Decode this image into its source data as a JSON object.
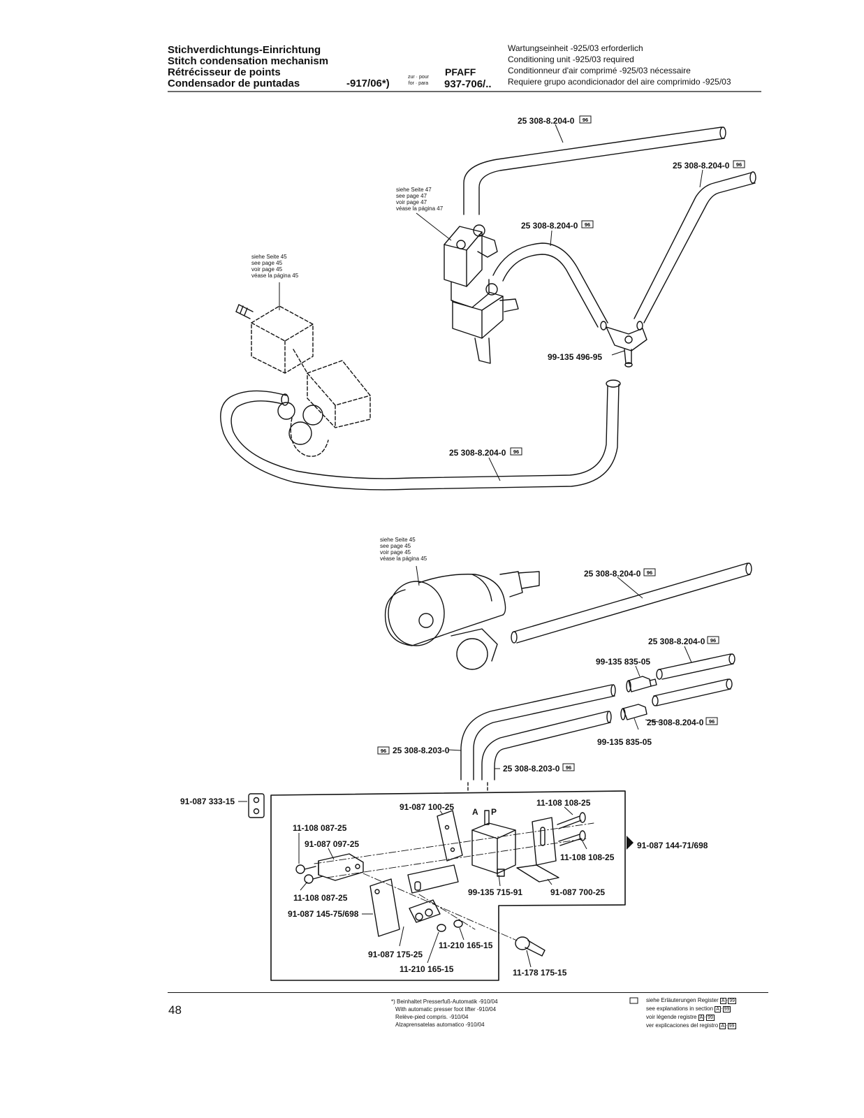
{
  "header": {
    "titles": [
      "Stichverdichtungs-Einrichtung",
      "Stitch condensation mechanism",
      "Rétrécisseur de points",
      "Condensador de puntadas"
    ],
    "variant": "-917/06*)",
    "zur_pour": "zur · pour",
    "for_para": "for · para",
    "brand": "PFAFF",
    "model": "937-706/..",
    "requirements": [
      "Wartungseinheit -925/03 erforderlich",
      "Conditioning unit -925/03 required",
      "Conditionneur d'air comprimé -925/03 nécessaire",
      "Requiere grupo acondicionador del aire comprimido -925/03"
    ]
  },
  "notes": {
    "page47": [
      "siehe Seite 47",
      "see page 47",
      "voir page 47",
      "véase la página 47"
    ],
    "page45_a": [
      "siehe Seite 45",
      "see page 45",
      "voir page 45",
      "véase la página 45"
    ],
    "page45_b": [
      "siehe Seite 45",
      "see page 45",
      "voir page 45",
      "véase la página 45"
    ]
  },
  "parts": {
    "hose_top_1": "25 308-8.204-0",
    "hose_top_2": "25 308-8.204-0",
    "hose_top_3": "25 308-8.204-0",
    "tee": "99-135 496-95",
    "hose_loop": "25 308-8.204-0",
    "hose_mid_1": "25 308-8.204-0",
    "hose_mid_2": "25 308-8.204-0",
    "conn_1": "99-135 835-05",
    "hose_mid_3": "25 308-8.204-0",
    "conn_2": "99-135 835-05",
    "hose_bent_1": "25 308-8.203-0",
    "hose_bent_2": "25 308-8.203-0",
    "plate_small": "91-087 333-15",
    "bracket_100": "91-087 100-25",
    "screw_108_1": "11-108 108-25",
    "screw_087_1": "11-108 087-25",
    "bracket_097": "91-087 097-25",
    "screw_108_2": "11-108 108-25",
    "assembly": "91-087 144-71/698",
    "screw_087_2": "11-108 087-25",
    "valve": "99-135 715-91",
    "bracket_700": "91-087 700-25",
    "plate_145": "91-087 145-75/698",
    "screw_210_1": "11-210 165-15",
    "plate_175": "91-087 175-25",
    "screw_210_2": "11-210 165-15",
    "screw_178": "11-178 175-15",
    "port_a": "A",
    "port_p": "P",
    "badge": "96"
  },
  "footer": {
    "page_number": "48",
    "footnote": [
      "*) Beinhaltet Presserfuß-Automatik -910/04",
      "With automatic presser foot lifter -910/04",
      "Relève-pied compris. -910/04",
      "Alzaprensatelas automatico -910/04"
    ],
    "legend": [
      "siehe Erläuterungen Register",
      "see explanations in section",
      "voir légende registre",
      "ver explicaciones del registro"
    ],
    "legend_codes": [
      "A",
      "99"
    ]
  }
}
